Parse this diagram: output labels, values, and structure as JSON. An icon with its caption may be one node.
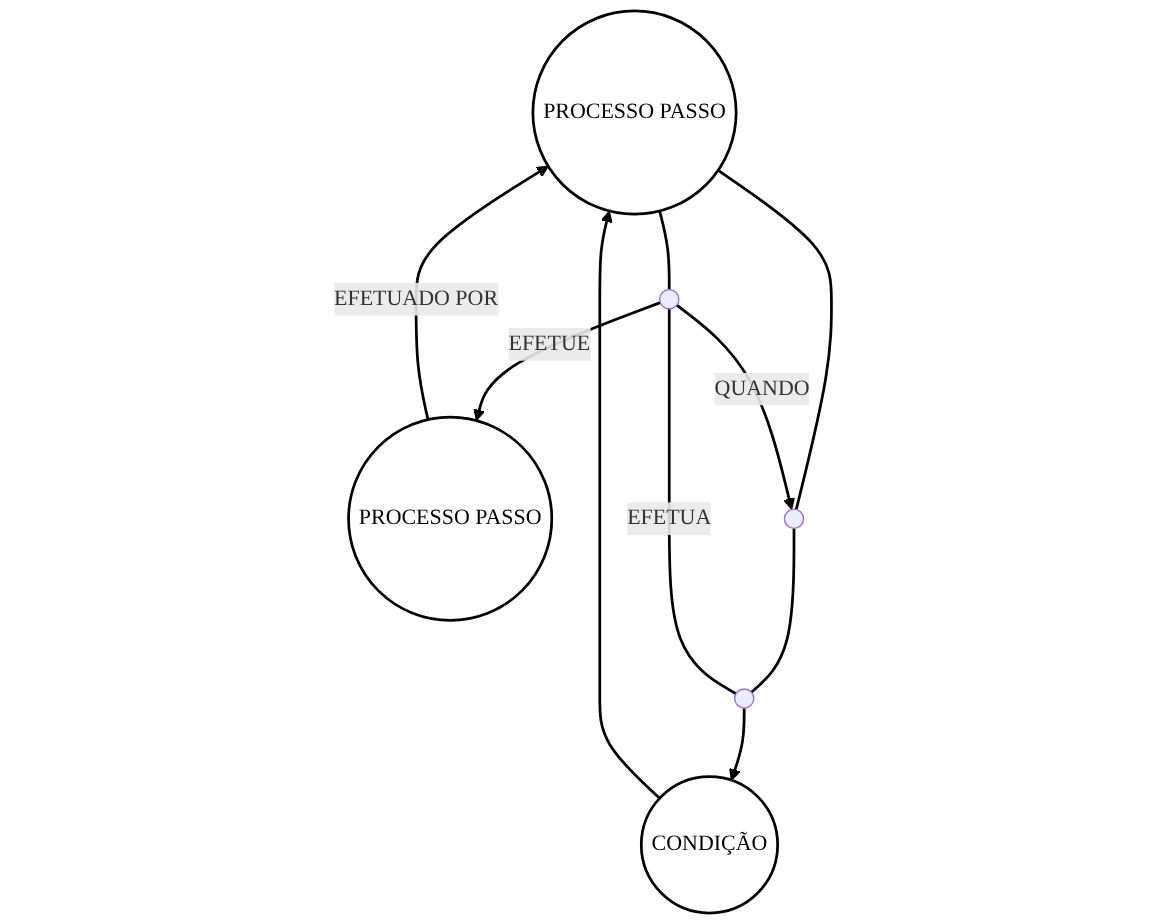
{
  "diagram": {
    "nodes": [
      {
        "text": [
          "PROCESSO PASSO"
        ]
      },
      {
        "text": [
          "PROCESSO PASSO"
        ]
      },
      {
        "text": [
          "CONDIÇÃO"
        ]
      },
      {
        "text": [],
        "shape": "circle"
      },
      {
        "text": [],
        "shape": "circle"
      },
      {
        "text": [],
        "shape": "circle"
      }
    ],
    "edges": [
      {
        "from": 0,
        "to": 3,
        "arrow": "none"
      },
      {
        "from": 3,
        "to": 1,
        "arrow": "to",
        "label": "EFETUE"
      },
      {
        "from": 1,
        "to": 0,
        "arrow": "to",
        "label": "EFETUADO POR"
      },
      {
        "from": 0,
        "to": 4,
        "arrow": "none"
      },
      {
        "from": 4,
        "to": 5,
        "arrow": "none"
      },
      {
        "from": 5,
        "to": 2,
        "arrow": "to"
      },
      {
        "from": 2,
        "to": 0,
        "arrow": "to"
      },
      {
        "from": 3,
        "to": 5,
        "arrow": "none",
        "label": "EFETUA"
      },
      {
        "from": 3,
        "to": 4,
        "arrow": "to",
        "label": "QUANDO"
      }
    ]
  }
}
